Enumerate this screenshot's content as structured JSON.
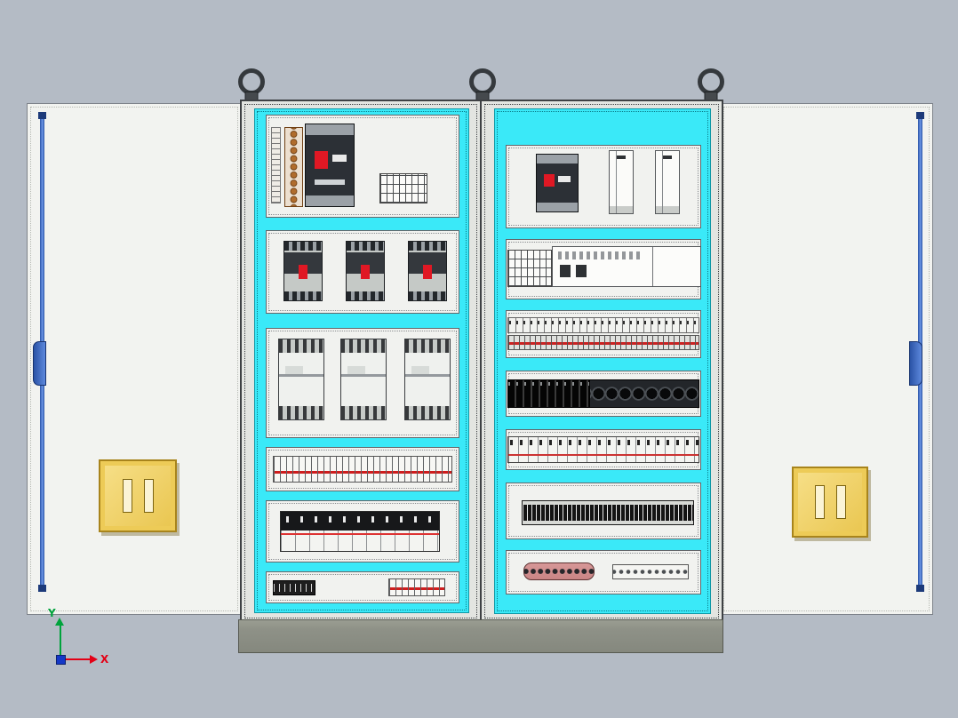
{
  "scene": {
    "description": "3D CAD view of a double-bay electrical control cabinet with both doors open",
    "background_color": "#b4bbc5"
  },
  "axes": {
    "x_label": "X",
    "y_label": "Y"
  },
  "colors": {
    "mounting_plate_cyan": "#3ae9f8",
    "cabinet_frame": "#e3e5e1",
    "door_white": "#f2f3f0",
    "handle_yellow": "#f2d368",
    "lock_rod_blue": "#3d6ed2",
    "plinth_gray": "#8e9187",
    "breaker_accent_red": "#e01824",
    "lifting_eye_gray": "#35393d"
  },
  "structure": {
    "lifting_eyes": 3,
    "doors": [
      "left door with lock rod and yellow handle",
      "right door with lock rod and yellow handle"
    ],
    "left_bay_rows": [
      "terminal bar, distribution block, main molded-case breaker, terminal block",
      "three molded-case breakers",
      "three contactors",
      "terminal strip",
      "miniature circuit-breaker row",
      "aux rail and small terminal strip"
    ],
    "right_bay_rows": [
      "molded-case breaker and two drive modules",
      "terminal cluster and PLC rack",
      "two terminal rows",
      "DIN rail block and fuse-holder row",
      "breaker row",
      "dark terminal strip",
      "round-hole connector strips"
    ]
  }
}
